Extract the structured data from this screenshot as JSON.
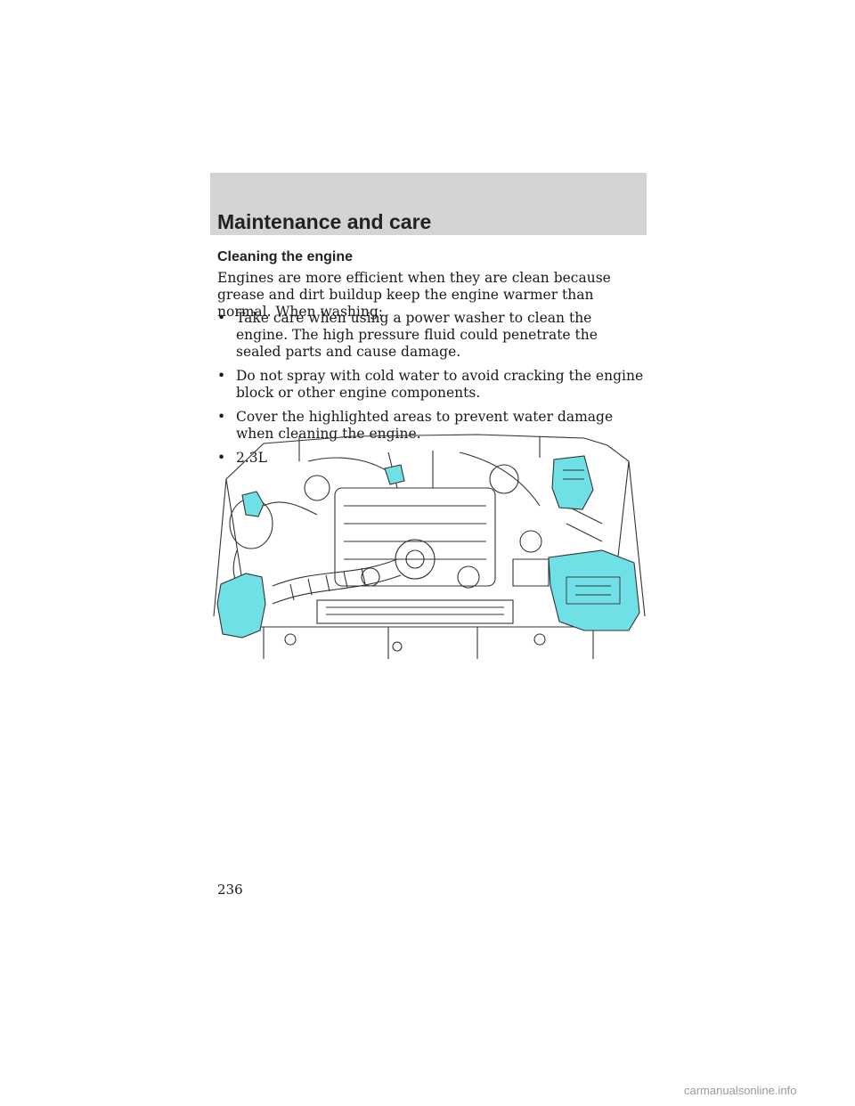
{
  "header": {
    "title": "Maintenance and care"
  },
  "section": {
    "title": "Cleaning the engine",
    "intro": "Engines are more efficient when they are clean because grease and dirt buildup keep the engine warmer than normal. When washing:"
  },
  "bullets": [
    {
      "text": "Take care when using a power washer to clean the engine. The high pressure fluid could penetrate the sealed parts and cause damage."
    },
    {
      "text": "Do not spray with cold water to avoid cracking the engine block or other engine components."
    },
    {
      "text": "Cover the highlighted areas to prevent water damage when cleaning the engine."
    },
    {
      "text": "2.3L"
    }
  ],
  "bullet_glyph": "•",
  "figure": {
    "highlight_color": "#6fe0e6"
  },
  "page": {
    "number": "236"
  },
  "watermark": {
    "text": "carmanualsonline.info"
  }
}
